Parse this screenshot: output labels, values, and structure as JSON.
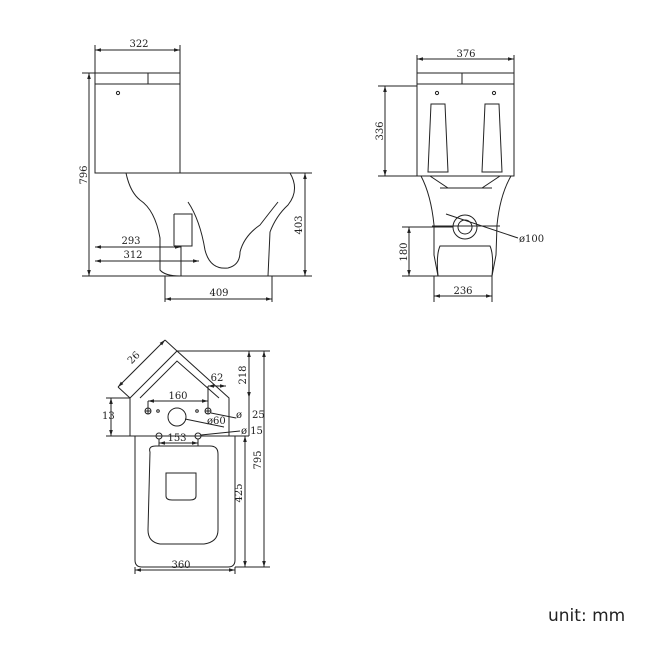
{
  "side_view": {
    "tank_depth": "322",
    "total_height": "796",
    "outlet_height": "403",
    "rough_in_inner": "293",
    "rough_in_outer": "312",
    "base_depth": "409"
  },
  "front_view": {
    "tank_width": "376",
    "tank_height": "336",
    "outlet_center_height": "180",
    "outlet_diameter": "ø100",
    "base_width": "236"
  },
  "top_view": {
    "corner_edge": "26",
    "hole_offset": "62",
    "tank_depth": "218",
    "hole_spacing": "160",
    "small_hole_diameter": "ø",
    "small_hole_value": "25",
    "flush_hole_diameter": "ø60",
    "corner_offset": "13",
    "inlet_spacing": "153",
    "inlet_diameter": "ø 15",
    "overall_length": "795",
    "seat_length": "425",
    "overall_width": "360"
  },
  "unit_label": "unit: mm"
}
